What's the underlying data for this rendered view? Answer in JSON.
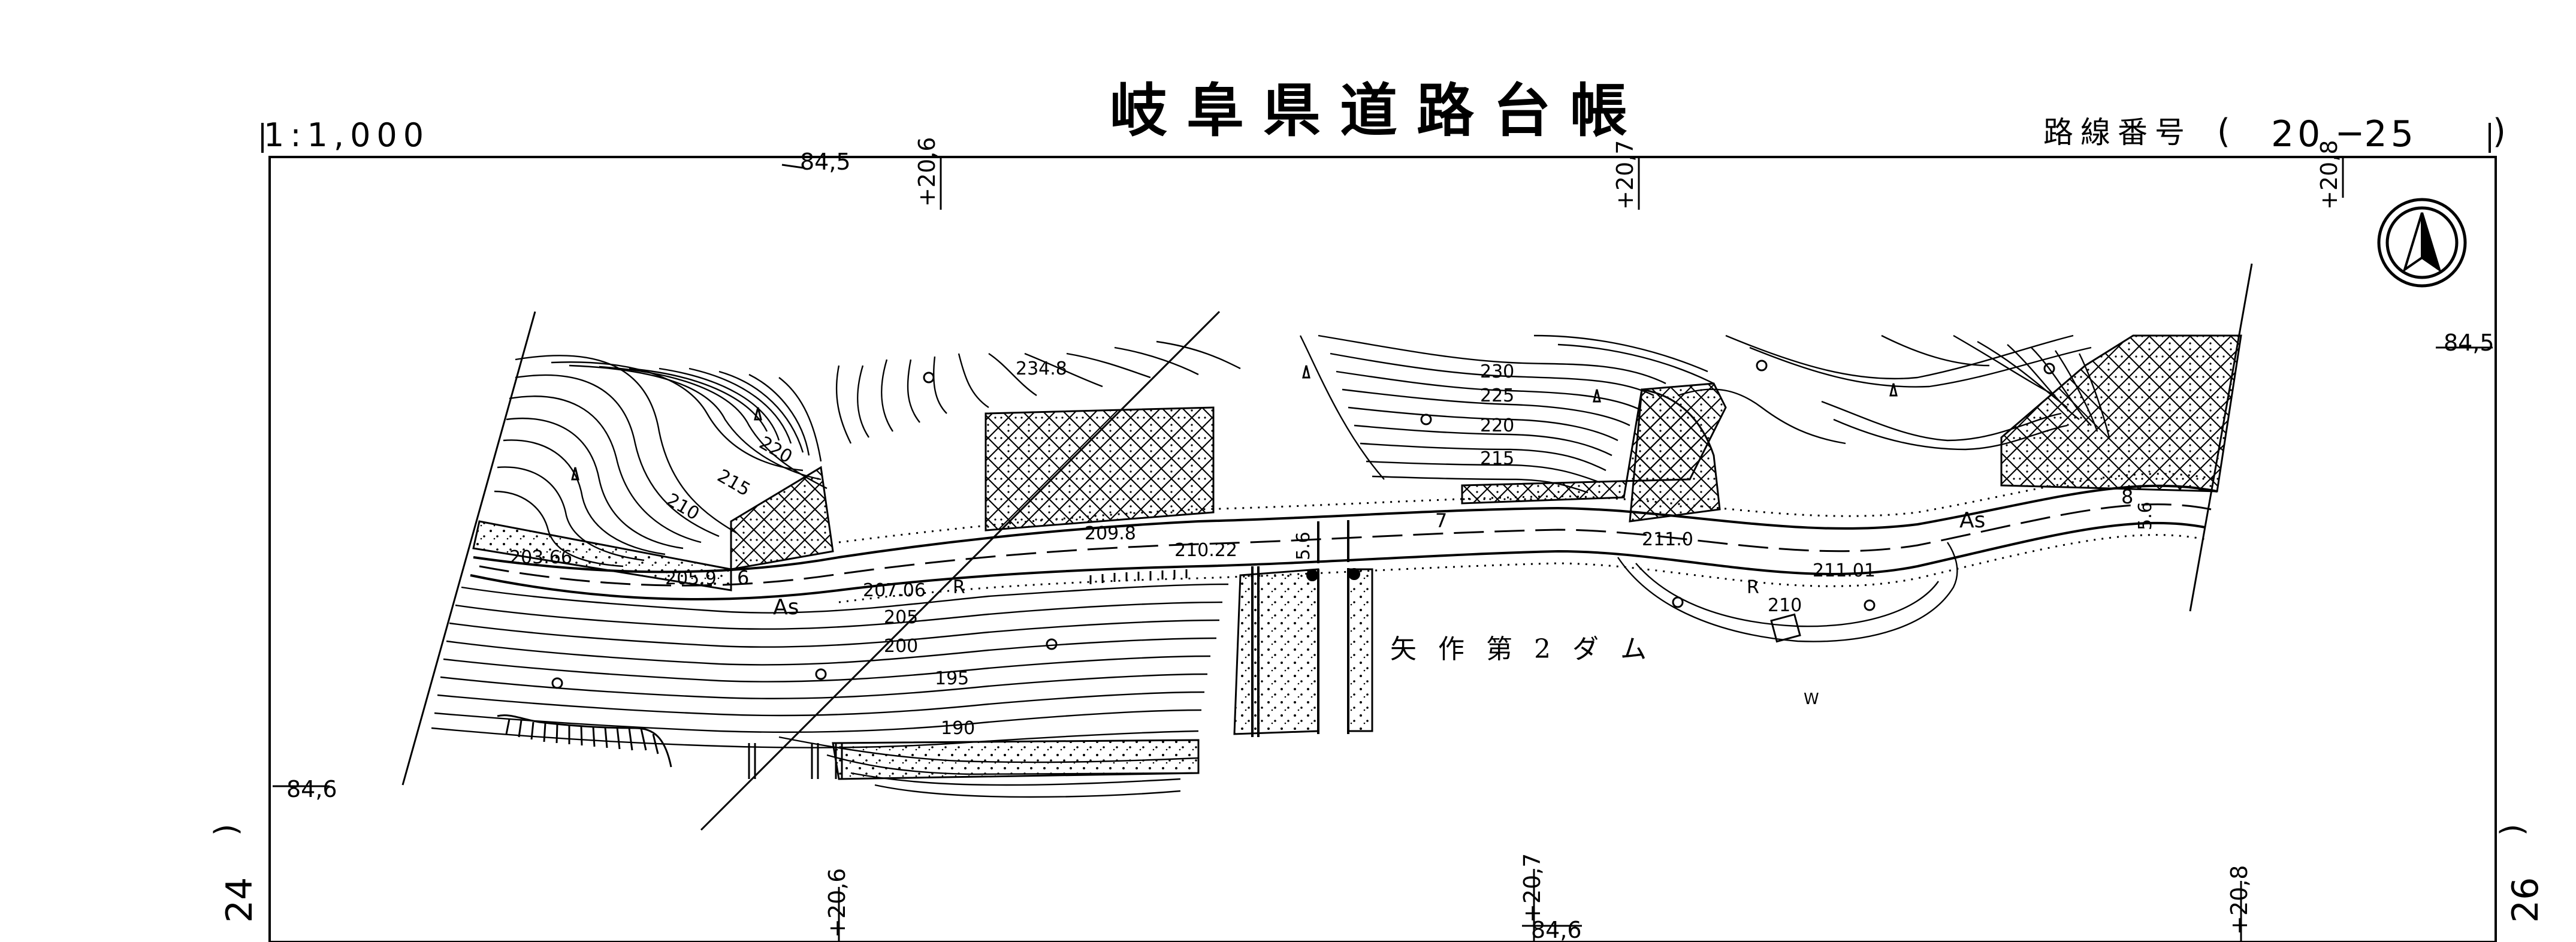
{
  "header": {
    "scale": "1:1,000",
    "title": "岐阜県道路台帳",
    "route_label": "路線番号",
    "route_open": "(",
    "route_number": "20 ─25",
    "route_close": ")"
  },
  "sheet_edges": {
    "left": "24",
    "right": "26",
    "left_paren": ")",
    "right_paren": ")"
  },
  "grid_marks": {
    "top": [
      "+20,6",
      "+20,7",
      "+20,8"
    ],
    "bottom": [
      "+20,6",
      "+20,7",
      "+20,8"
    ],
    "top_left": "84,5",
    "right": "84,5",
    "left_lower": "84,6",
    "bottom_mid": "84,6"
  },
  "place_label": "矢作第2ダム",
  "elevations": {
    "e1": "234.8",
    "e2": "203.66",
    "e3": "205.9",
    "e4": "207.06",
    "e5": "209.8",
    "e6": "210.22",
    "e7": "211.0",
    "e8": "211.01"
  },
  "contours": {
    "c230": "230",
    "c225": "225",
    "c220r": "220",
    "c215r": "215",
    "c220l": "220",
    "c215l": "215",
    "c210l": "210",
    "c205": "205",
    "c200": "200",
    "c195": "195",
    "c190": "190",
    "c210r": "210"
  },
  "road_marks": {
    "surface": "As",
    "surface_right": "As",
    "width_left": "6",
    "width_mid": "7",
    "width_right": "8",
    "bridge_width": "5.6",
    "right_width": "5.6",
    "r_left": "R",
    "r_right": "R",
    "w_mark": "W"
  }
}
